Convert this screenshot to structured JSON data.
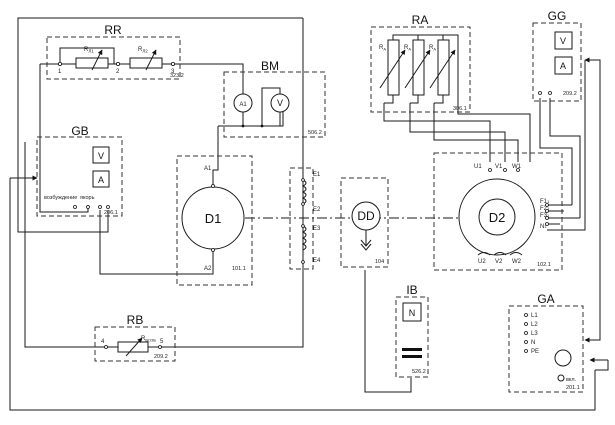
{
  "modules": {
    "rr": {
      "title": "RR",
      "code": "323.2",
      "r1": "R",
      "r1_sub": "Л1",
      "r2": "R",
      "r2_sub": "Л2",
      "pins": [
        "1",
        "2",
        "3"
      ]
    },
    "bm": {
      "title": "BM",
      "code": "506.2",
      "ammeter": "A1",
      "voltmeter": "V"
    },
    "gb": {
      "title": "GB",
      "code": "206.1",
      "meter_v": "V",
      "meter_a": "A",
      "label_excitation": "возбуждение",
      "label_armature": "якорь"
    },
    "ra": {
      "title": "RA",
      "code": "306.1",
      "resistors": [
        "R",
        "R",
        "R"
      ],
      "res_sub": "A"
    },
    "gg": {
      "title": "GG",
      "code": "209.2",
      "meter_v": "V",
      "meter_a": "A"
    },
    "d1": {
      "title": "D1",
      "code": "101.1",
      "pin_a1": "A1",
      "pin_a2": "A2",
      "e_pins": [
        "E1",
        "E2",
        "E3",
        "E4"
      ]
    },
    "dd": {
      "title": "DD",
      "code": "104"
    },
    "d2": {
      "title": "D2",
      "code": "102.1",
      "top_pins": [
        "U1",
        "V1",
        "W1"
      ],
      "bottom_pins": [
        "U2",
        "V2",
        "W2"
      ],
      "side_pins": [
        "F1",
        "F2",
        "F3",
        "N"
      ],
      "side_sub": "1"
    },
    "ib": {
      "title": "IB",
      "code": "526.2",
      "label": "N"
    },
    "rb": {
      "title": "RB",
      "code": "209.2",
      "resistor": "R",
      "resistor_sub": "ВОЗБ",
      "pins": [
        "4",
        "5"
      ]
    },
    "ga": {
      "title": "GA",
      "code": "201.1",
      "terminals": [
        "L1",
        "L2",
        "L3",
        "N",
        "PE"
      ],
      "switch_label": "вкл."
    }
  }
}
